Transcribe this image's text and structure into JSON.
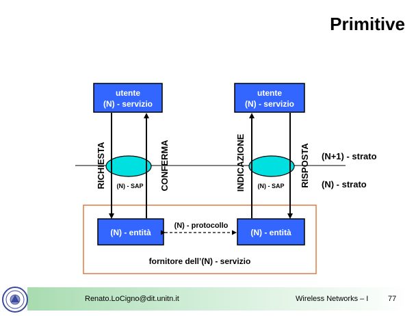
{
  "slide": {
    "title": "Primitive",
    "footer": {
      "email": "Renato.LoCigno@dit.unitn.it",
      "course": "Wireless Networks – I",
      "page": "77"
    }
  },
  "diagram": {
    "user_left": [
      "utente",
      "(N) - servizio"
    ],
    "user_right": [
      "utente",
      "(N) - servizio"
    ],
    "entity_left": "(N) - entità",
    "entity_right": "(N) - entità",
    "protocol": "(N) - protocollo",
    "provider": "fornitore dell’(N) - servizio",
    "sap_left": "(N) - SAP",
    "sap_right": "(N) - SAP",
    "layer_upper": "(N+1) - strato",
    "layer_lower": "(N) - strato",
    "prim_request": "RICHIESTA",
    "prim_confirm": "CONFERMA",
    "prim_indication": "INDICAZIONE",
    "prim_response": "RISPOSTA"
  },
  "colors": {
    "box_fill": "#3366ff",
    "sap_fill": "#00e0e0",
    "provider_border": "#e07840",
    "footer_green": "#a8dbb0"
  }
}
